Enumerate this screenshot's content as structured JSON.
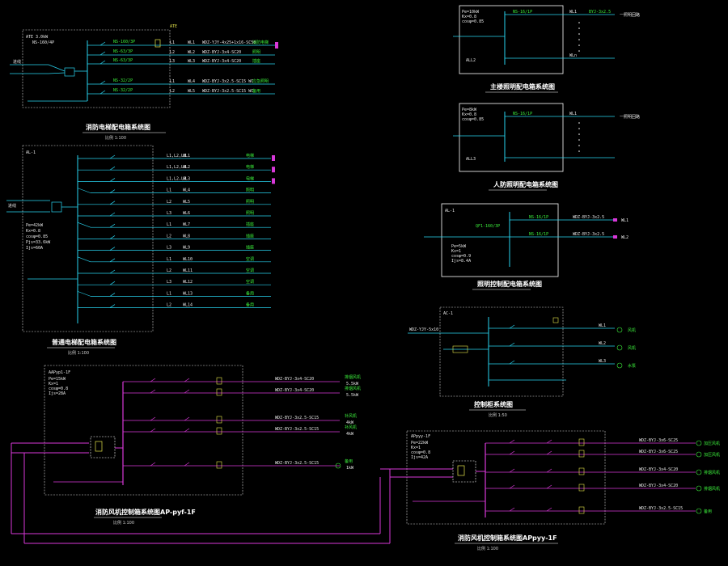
{
  "colors": {
    "background": "#000000",
    "cyan": "#29d4f0",
    "magenta": "#d838d8",
    "green": "#3cf03c",
    "white": "#ffffff",
    "yellow": "#e6e64a"
  },
  "panels": {
    "fire_panel": {
      "title": "消防电梯配电箱系统图",
      "scale": "比例 1:100",
      "box_label": "ATE 3.0kW",
      "incoming_label": "进线",
      "breaker_main": "NS-160/4P",
      "breakers": [
        "NS-160/3P",
        "NS-63/3P",
        "NS-63/3P",
        "NS-32/2P",
        "NS-32/2P"
      ],
      "phases": [
        "L1",
        "L2",
        "L3",
        "L1",
        "L2"
      ],
      "circuits": [
        "WL1",
        "WL2",
        "WL3",
        "WL4",
        "WL5"
      ],
      "cables": [
        "WDZ-YJY-4x25+1x16-SC50",
        "WDZ-BYJ-3x4-SC20",
        "WDZ-BYJ-3x4-SC20",
        "WDZ-BYJ-3x2.5-SC15 WC",
        "WDZ-BYJ-3x2.5-SC15 WC"
      ],
      "loads": [
        "消防电梯",
        "照明",
        "插座",
        "应急照明",
        "备用"
      ]
    },
    "ordinary_panel": {
      "title": "普通电梯配电箱系统图",
      "scale": "比例 1:100",
      "box_label": "AL-1",
      "incoming_label": "进线",
      "params": [
        "Pe=42kW",
        "Kx=0.8",
        "cosφ=0.85",
        "Pjs=33.6kW",
        "Ijs=60A"
      ],
      "circuits": [
        "WL1",
        "WL2",
        "WL3",
        "WL4",
        "WL5",
        "WL6",
        "WL7",
        "WL8",
        "WL9",
        "WL10",
        "WL11",
        "WL12",
        "WL13",
        "WL14"
      ],
      "phases": [
        "L1,L2,L3",
        "L1,L2,L3",
        "L1,L2,L3",
        "L1",
        "L2",
        "L3",
        "L1",
        "L2",
        "L3",
        "L1",
        "L2",
        "L3",
        "L1",
        "L2"
      ],
      "loads": [
        "电梯",
        "电梯",
        "电梯",
        "照明",
        "照明",
        "照明",
        "插座",
        "插座",
        "插座",
        "空调",
        "空调",
        "空调",
        "备用",
        "备用"
      ]
    },
    "top_right_a": {
      "title": "主楼照明配电箱系统图",
      "box_label": "ALL2",
      "load": "一照明回路"
    },
    "top_right_b": {
      "title": "人防照明配电箱系统图",
      "box_label": "ALL3",
      "load": "一照明回路"
    },
    "mid_right": {
      "title": "照明控制配电箱系统图",
      "box_label": "AL-1",
      "params": [
        "Pe=5kW",
        "Kx=1",
        "cosφ=0.9",
        "Ijs=8.4A"
      ],
      "outputs": [
        "WL1",
        "WL2"
      ]
    },
    "right_control": {
      "title": "控制柜系统图",
      "scale": "比例 1:50",
      "box_label": "AC-1",
      "incoming_label": "WDZ-YJY-5x10",
      "outputs": [
        "WL1",
        "WL2",
        "WL3"
      ],
      "loads": [
        "风机",
        "风机",
        "水泵"
      ]
    },
    "bottom_left": {
      "title": "消防风机控制箱系统图AP-pyf-1F",
      "scale": "比例 1:100",
      "box_label": "AAPyp1-1F",
      "params": [
        "Pe=15kW",
        "Kx=1",
        "cosφ=0.8",
        "Ijs=28A"
      ],
      "loads": [
        "排烟风机",
        "排烟风机",
        "补风机",
        "补风机",
        "备用"
      ],
      "cables": [
        "WDZ-BYJ-3x4-SC20",
        "WDZ-BYJ-3x4-SC20",
        "WDZ-BYJ-3x2.5-SC15",
        "WDZ-BYJ-3x2.5-SC15",
        "WDZ-BYJ-3x2.5-SC15"
      ],
      "sizes": [
        "5.5kW",
        "5.5kW",
        "4kW",
        "4kW",
        "1kW"
      ]
    },
    "bottom_right": {
      "title": "消防风机控制箱系统图APpyy-1F",
      "scale": "比例 1:100",
      "box_label": "APpyy-1F",
      "params": [
        "Pe=22kW",
        "Kx=1",
        "cosφ=0.8",
        "Ijs=42A"
      ],
      "loads": [
        "加压风机",
        "加压风机",
        "排烟风机",
        "排烟风机",
        "备用"
      ],
      "cables": [
        "WDZ-BYJ-3x6-SC25",
        "WDZ-BYJ-3x6-SC25",
        "WDZ-BYJ-3x4-SC20",
        "WDZ-BYJ-3x4-SC20",
        "WDZ-BYJ-3x2.5-SC15"
      ]
    }
  }
}
